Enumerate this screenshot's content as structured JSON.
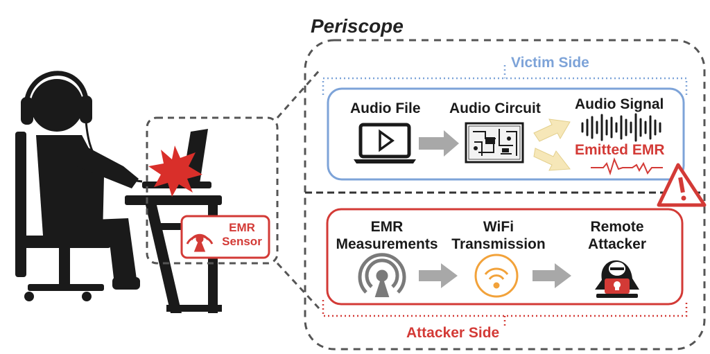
{
  "title": "Periscope",
  "victim": {
    "side_label": "Victim Side",
    "audio_file": "Audio File",
    "audio_circuit": "Audio Circuit",
    "audio_signal": "Audio Signal",
    "emitted_emr": "Emitted EMR"
  },
  "attacker": {
    "side_label": "Attacker Side",
    "emr_measurements": [
      "EMR",
      "Measurements"
    ],
    "wifi_transmission": [
      "WiFi",
      "Transmission"
    ],
    "remote_attacker": [
      "Remote",
      "Attacker"
    ]
  },
  "sensor": {
    "label": [
      "EMR",
      "Sensor"
    ]
  },
  "colors": {
    "victim": "#7da3d8",
    "attacker": "#d33a36",
    "wifi": "#f2a23a",
    "arrow_gray": "#a8a8a8",
    "arrow_yellow": "#f6e7b8"
  }
}
